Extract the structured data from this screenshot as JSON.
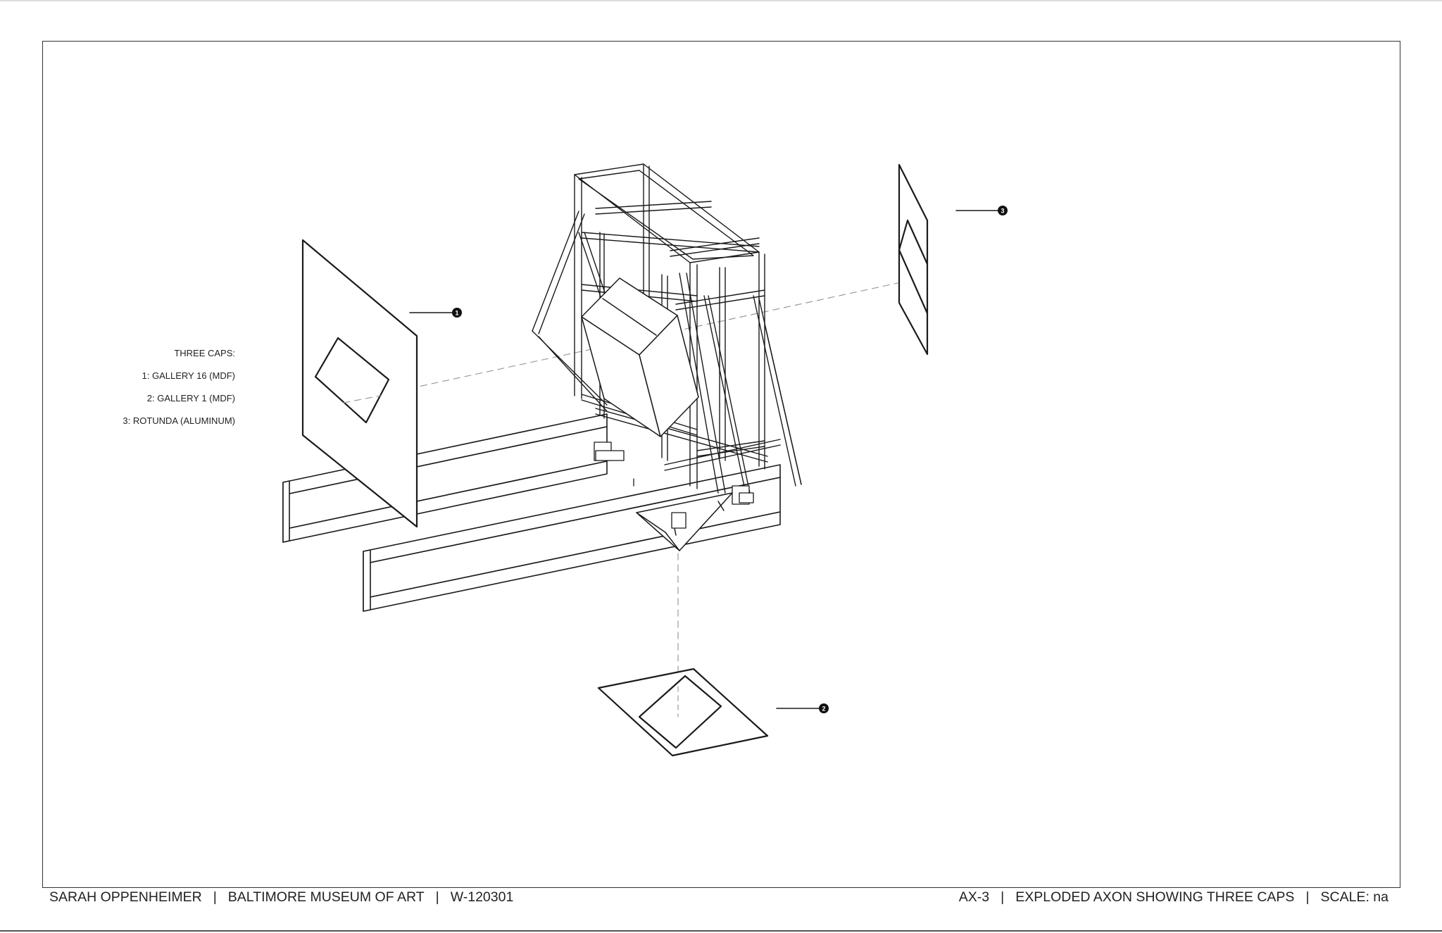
{
  "legend": {
    "heading": "THREE CAPS:",
    "items": [
      "1:  GALLERY 16 (MDF)",
      "2:  GALLERY 1 (MDF)",
      "3:  ROTUNDA (ALUMINUM)"
    ]
  },
  "titlebar": {
    "left": [
      "SARAH OPPENHEIMER",
      "BALTIMORE MUSEUM OF ART",
      "W-120301"
    ],
    "right": [
      "AX-3",
      "EXPLODED AXON SHOWING THREE CAPS",
      "SCALE: na"
    ],
    "separator": "|"
  },
  "callouts": [
    "1",
    "2",
    "3"
  ]
}
